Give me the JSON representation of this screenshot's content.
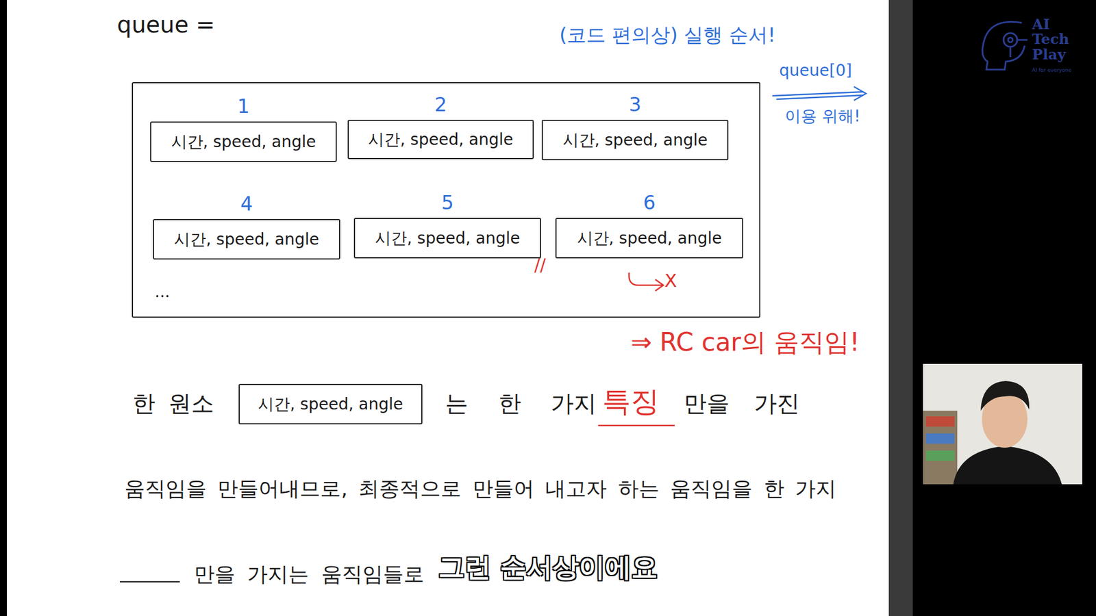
{
  "diagram": {
    "nodes": [
      {
        "text": [
          "queue =",
          "..."
        ]
      },
      {
        "text": [
          "1",
          "시간, speed, angle"
        ],
        "in": 0
      },
      {
        "text": [
          "2",
          "시간, speed, angle"
        ],
        "in": 0
      },
      {
        "text": [
          "3",
          "시간, speed, angle"
        ],
        "in": 0
      },
      {
        "text": [
          "4",
          "시간, speed, angle"
        ],
        "in": 0
      },
      {
        "text": [
          "5",
          "시간, speed, angle"
        ],
        "in": 0
      },
      {
        "text": [
          "6",
          "시간, speed, angle"
        ],
        "in": 0
      },
      {
        "text": [
          "시간, speed, angle"
        ]
      }
    ],
    "labels": [
      "(코드 편의상) 실행 순서!",
      "queue[0]",
      "이용 위해!",
      "//",
      "X",
      "⇒ RC car의 움직임!",
      "한 원소",
      "는 한 가지",
      "특징",
      "만을 가진",
      "움직임을 만들어내므로, 최종적으로 만들어 내고자 하는 움직임을 한 가지",
      "만을 가지는 움직임들로",
      "AI Tech Play",
      "AI for everyone",
      "그런 순서상이에요"
    ]
  }
}
